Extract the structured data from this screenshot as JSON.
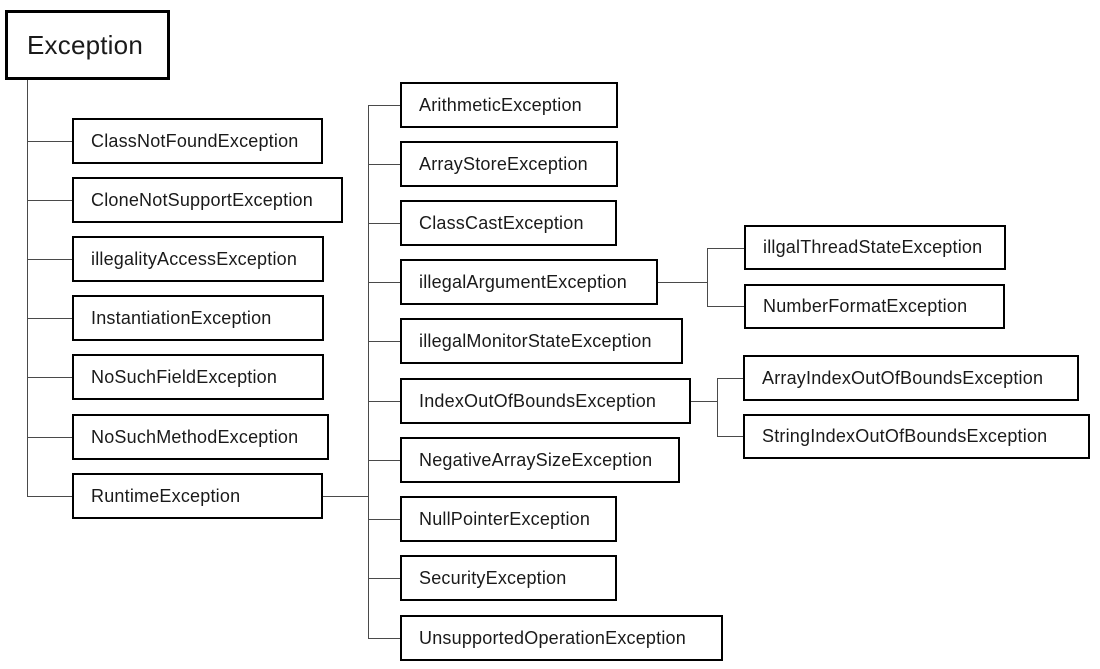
{
  "diagram": {
    "type": "tree",
    "description": "Java Exception class hierarchy diagram",
    "colors": {
      "background": "#ffffff",
      "box_border": "#000000",
      "box_fill": "#ffffff",
      "connector": "#4a4a4a",
      "text": "#1a1a1a"
    },
    "nodes": {
      "exception": {
        "label": "Exception",
        "parent": null
      },
      "classNotFound": {
        "label": "ClassNotFoundException",
        "parent": "exception"
      },
      "cloneNotSupport": {
        "label": "CloneNotSupportException",
        "parent": "exception"
      },
      "illegalityAccess": {
        "label": "illegalityAccessException",
        "parent": "exception"
      },
      "instantiation": {
        "label": "InstantiationException",
        "parent": "exception"
      },
      "noSuchField": {
        "label": "NoSuchFieldException",
        "parent": "exception"
      },
      "noSuchMethod": {
        "label": "NoSuchMethodException",
        "parent": "exception"
      },
      "runtime": {
        "label": "RuntimeException",
        "parent": "exception"
      },
      "arithmetic": {
        "label": "ArithmeticException",
        "parent": "runtime"
      },
      "arrayStore": {
        "label": "ArrayStoreException",
        "parent": "runtime"
      },
      "classCast": {
        "label": "ClassCastException",
        "parent": "runtime"
      },
      "illegalArgument": {
        "label": "illegalArgumentException",
        "parent": "runtime"
      },
      "illegalMonitorState": {
        "label": "illegalMonitorStateException",
        "parent": "runtime"
      },
      "indexOutOfBounds": {
        "label": "IndexOutOfBoundsException",
        "parent": "runtime"
      },
      "negativeArraySize": {
        "label": "NegativeArraySizeException",
        "parent": "runtime"
      },
      "nullPointer": {
        "label": "NullPointerException",
        "parent": "runtime"
      },
      "security": {
        "label": "SecurityException",
        "parent": "runtime"
      },
      "unsupportedOperation": {
        "label": "UnsupportedOperationException",
        "parent": "runtime"
      },
      "illgalThreadState": {
        "label": "illgalThreadStateException",
        "parent": "illegalArgument"
      },
      "numberFormat": {
        "label": "NumberFormatException",
        "parent": "illegalArgument"
      },
      "arrayIndexOutOfBounds": {
        "label": "ArrayIndexOutOfBoundsException",
        "parent": "indexOutOfBounds"
      },
      "stringIndexOutOfBounds": {
        "label": "StringIndexOutOfBoundsException",
        "parent": "indexOutOfBounds"
      }
    }
  }
}
